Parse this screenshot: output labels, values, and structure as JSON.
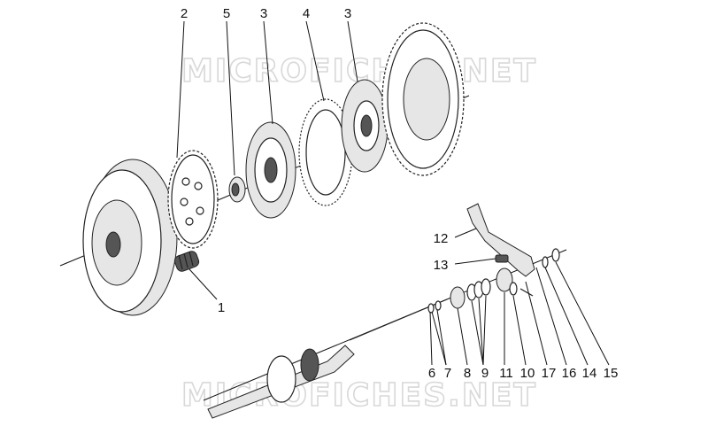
{
  "watermark": {
    "top": "MICROFICHES.NET",
    "bottom": "MICROFICHES.NET"
  },
  "callouts": [
    {
      "id": "c2a",
      "label": "2"
    },
    {
      "id": "c5",
      "label": "5"
    },
    {
      "id": "c3a",
      "label": "3"
    },
    {
      "id": "c4",
      "label": "4"
    },
    {
      "id": "c3b",
      "label": "3"
    },
    {
      "id": "c1",
      "label": "1"
    },
    {
      "id": "c12",
      "label": "12"
    },
    {
      "id": "c13",
      "label": "13"
    },
    {
      "id": "c6",
      "label": "6"
    },
    {
      "id": "c7",
      "label": "7"
    },
    {
      "id": "c8",
      "label": "8"
    },
    {
      "id": "c9",
      "label": "9"
    },
    {
      "id": "c11",
      "label": "11"
    },
    {
      "id": "c10",
      "label": "10"
    },
    {
      "id": "c17",
      "label": "17"
    },
    {
      "id": "c16",
      "label": "16"
    },
    {
      "id": "c14",
      "label": "14"
    },
    {
      "id": "c15",
      "label": "15"
    }
  ]
}
